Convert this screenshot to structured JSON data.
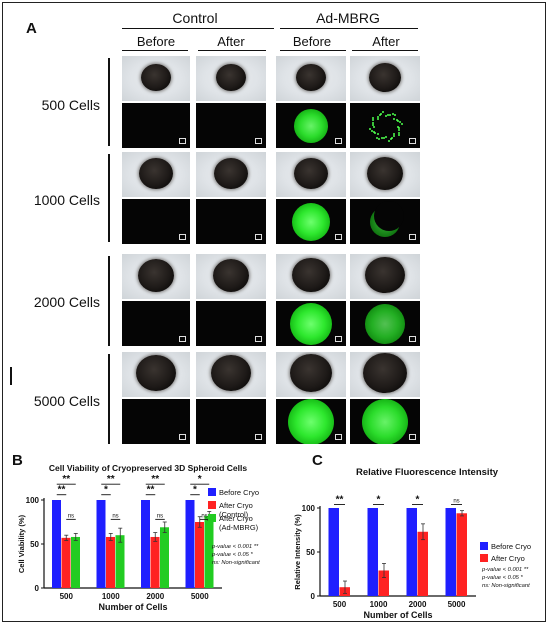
{
  "panel_a": {
    "letter": "A",
    "group_control": "Control",
    "group_admbrg": "Ad-MBRG",
    "before": "Before",
    "after": "After",
    "rows": [
      "500 Cells",
      "1000 Cells",
      "2000 Cells",
      "5000 Cells"
    ]
  },
  "panel_b": {
    "letter": "B",
    "stats": [
      "p-value < 0.001 **",
      "p-value < 0.05 *",
      "ns: Non-significant"
    ]
  },
  "panel_c": {
    "letter": "C",
    "stats": [
      "p-value < 0.001 **",
      "p-value < 0.05 *",
      "ns: Non-significant"
    ]
  },
  "chart_data": [
    {
      "type": "bar",
      "title": "Cell Viability of Cryopreserved 3D Spheroid Cells",
      "xlabel": "Number of Cells",
      "ylabel": "Cell Viability (%)",
      "ylim": [
        0,
        100
      ],
      "yticks": [
        "0",
        "50",
        "100"
      ],
      "categories": [
        "500",
        "1000",
        "2000",
        "5000"
      ],
      "legend_position": "right",
      "series": [
        {
          "name": "Before Cryo",
          "color": "#1f1fff",
          "values": [
            100,
            100,
            100,
            100
          ],
          "errors": [
            0,
            0,
            0,
            0
          ]
        },
        {
          "name": "After Cryo (Control)",
          "color": "#ff2222",
          "values": [
            57,
            58,
            58,
            75
          ],
          "errors": [
            3,
            4,
            5,
            6
          ]
        },
        {
          "name": "After Cryo (Ad-MBRG)",
          "color": "#22cc22",
          "values": [
            58,
            60,
            69,
            82
          ],
          "errors": [
            4,
            8,
            6,
            5
          ]
        }
      ],
      "significance": [
        {
          "category": "500",
          "labels": [
            "**",
            "**",
            "ns"
          ]
        },
        {
          "category": "1000",
          "labels": [
            "*",
            "**",
            "ns"
          ]
        },
        {
          "category": "2000",
          "labels": [
            "**",
            "**",
            "ns"
          ]
        },
        {
          "category": "5000",
          "labels": [
            "*",
            "*",
            "ns"
          ]
        }
      ]
    },
    {
      "type": "bar",
      "title": "Relative Fluorescence Intensity",
      "xlabel": "Number of Cells",
      "ylabel": "Relative Intensity (%)",
      "ylim": [
        0,
        100
      ],
      "yticks": [
        "0",
        "50",
        "100"
      ],
      "categories": [
        "500",
        "1000",
        "2000",
        "5000"
      ],
      "legend_position": "right",
      "series": [
        {
          "name": "Before Cryo",
          "color": "#1f1fff",
          "values": [
            100,
            100,
            100,
            100
          ],
          "errors": [
            0,
            0,
            0,
            0
          ]
        },
        {
          "name": "After Cryo",
          "color": "#ff2222",
          "values": [
            10,
            29,
            73,
            94
          ],
          "errors": [
            7,
            8,
            9,
            3
          ]
        }
      ],
      "significance": [
        {
          "category": "500",
          "labels": [
            "**"
          ]
        },
        {
          "category": "1000",
          "labels": [
            "*"
          ]
        },
        {
          "category": "2000",
          "labels": [
            "*"
          ]
        },
        {
          "category": "5000",
          "labels": [
            "ns"
          ]
        }
      ]
    }
  ]
}
